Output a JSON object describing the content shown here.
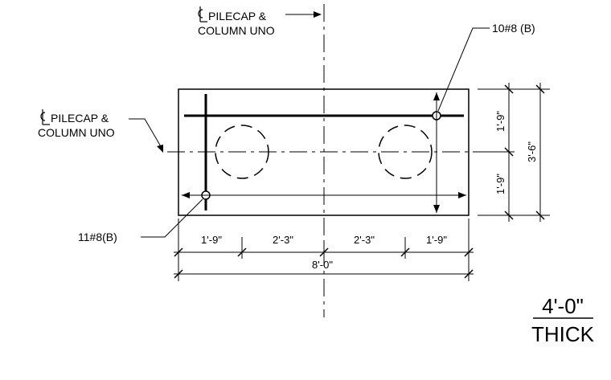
{
  "centerline_top": {
    "symbol": "CL",
    "line1": "PILECAP &",
    "line2": "COLUMN UNO"
  },
  "centerline_left": {
    "symbol": "CL",
    "line1": "PILECAP &",
    "line2": "COLUMN UNO"
  },
  "rebar_top_label": "10#8 (B)",
  "rebar_bottom_label": "11#8(B)",
  "dims_horizontal": [
    "1'-9\"",
    "2'-3\"",
    "2'-3\"",
    "1'-9\""
  ],
  "dim_total_width": "8'-0\"",
  "dims_vertical": [
    "1'-9\"",
    "1'-9\""
  ],
  "dim_total_height": "3'-6\"",
  "thickness": {
    "value": "4'-0\"",
    "label": "THICK"
  }
}
